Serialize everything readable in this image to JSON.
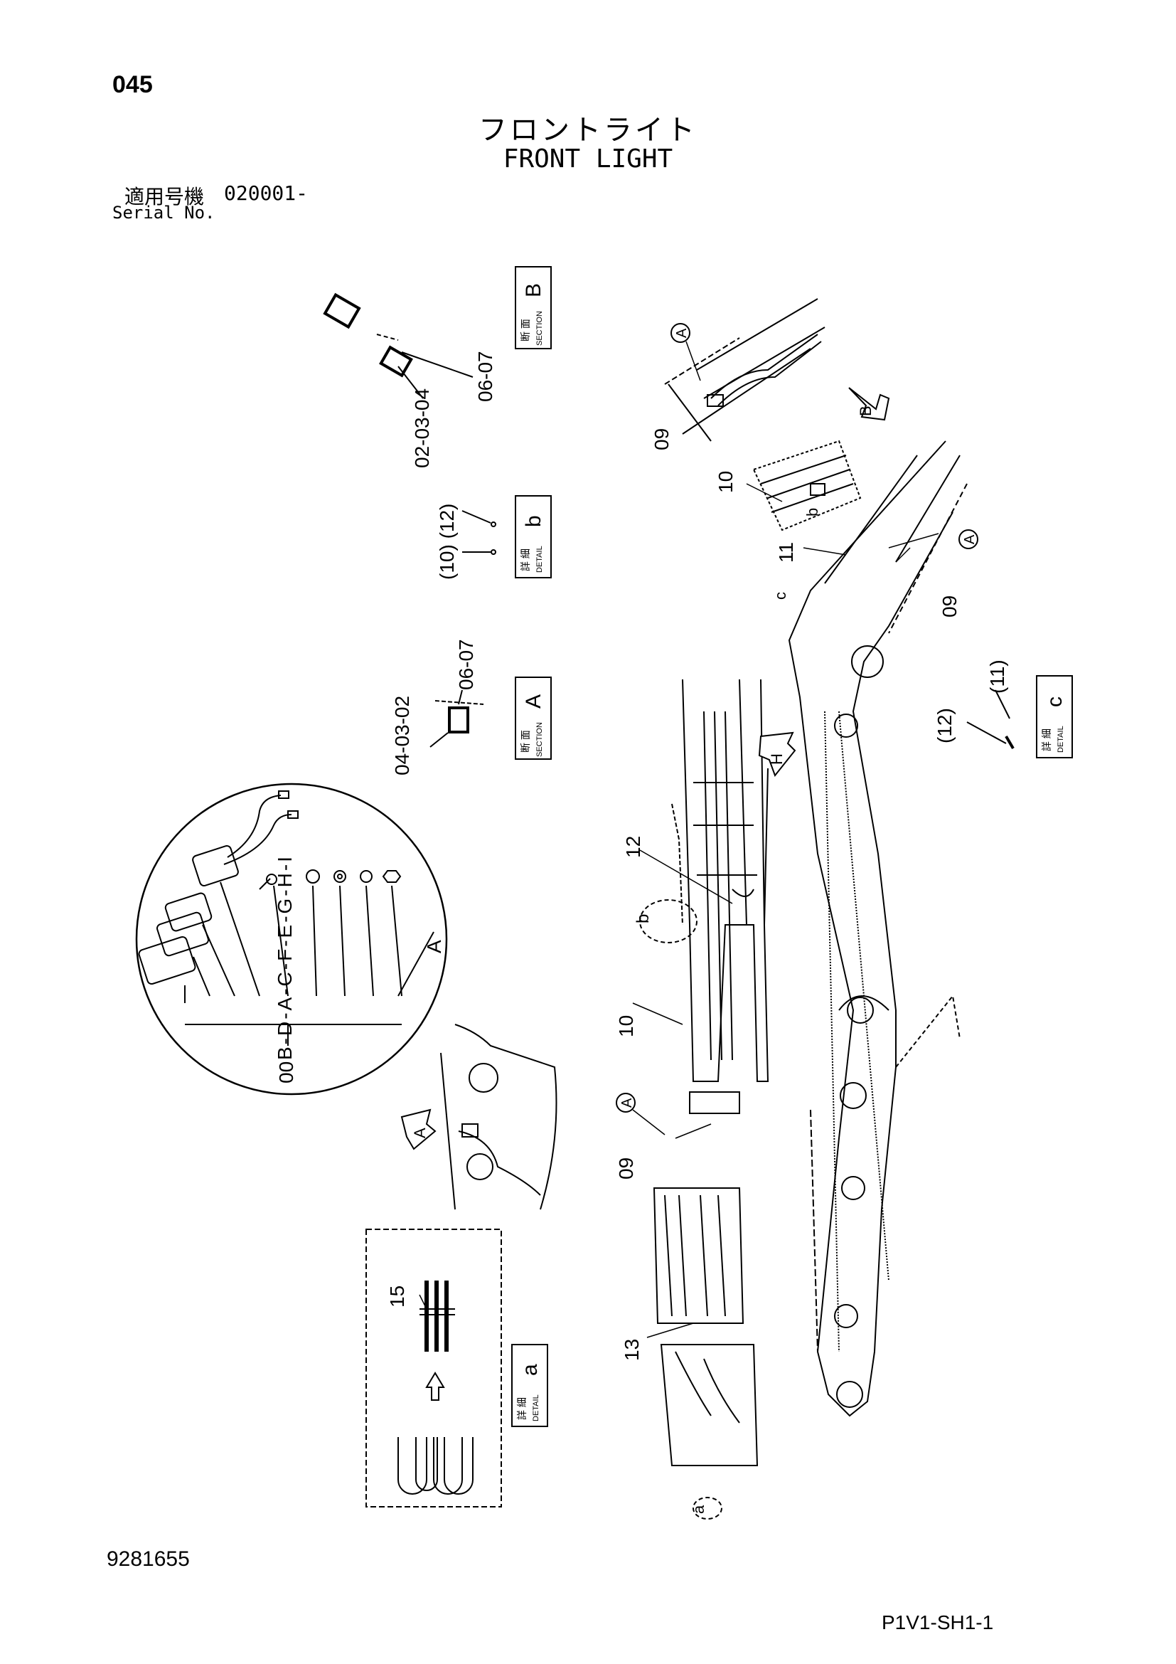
{
  "header": {
    "page_number": "045",
    "title_jp": "フロントライト",
    "title_en": "FRONT LIGHT",
    "serial_label_jp": "適用号機",
    "serial_value": "020001-",
    "serial_label_en": "Serial No."
  },
  "boxes": {
    "section_B": {
      "kanji": "断 面",
      "word": "SECTION",
      "letter": "B"
    },
    "detail_b": {
      "kanji": "詳 細",
      "word": "DETAIL",
      "letter": "b"
    },
    "section_A": {
      "kanji": "断 面",
      "word": "SECTION",
      "letter": "A"
    },
    "detail_c": {
      "kanji": "詳 細",
      "word": "DETAIL",
      "letter": "c"
    },
    "detail_a": {
      "kanji": "詳 細",
      "word": "DETAIL",
      "letter": "a"
    }
  },
  "callouts": {
    "secB_0607": "06-07",
    "secB_020304": "02-03-04",
    "detb_10_12": "(10) (12)",
    "secA_0607": "06-07",
    "secA_040302": "04-03-02",
    "detc_12": "(12)",
    "detc_11": "(11)",
    "part_09_top": "09",
    "part_10_top": "10",
    "part_11": "11",
    "part_09_right": "09",
    "part_12": "12",
    "part_10_mid": "10",
    "part_09_mid": "09",
    "part_13": "13",
    "part_15": "15",
    "part_00": "00",
    "letters_list": "B-D-A-C-F-E-G-H-I",
    "circle_label": "A",
    "view_A": "A",
    "view_B": "B",
    "view_H": "H",
    "mark_a": "a",
    "mark_b": "b",
    "mark_c": "c"
  },
  "footer": {
    "doc_number": "9281655",
    "sheet_code": "P1V1-SH1-1"
  }
}
